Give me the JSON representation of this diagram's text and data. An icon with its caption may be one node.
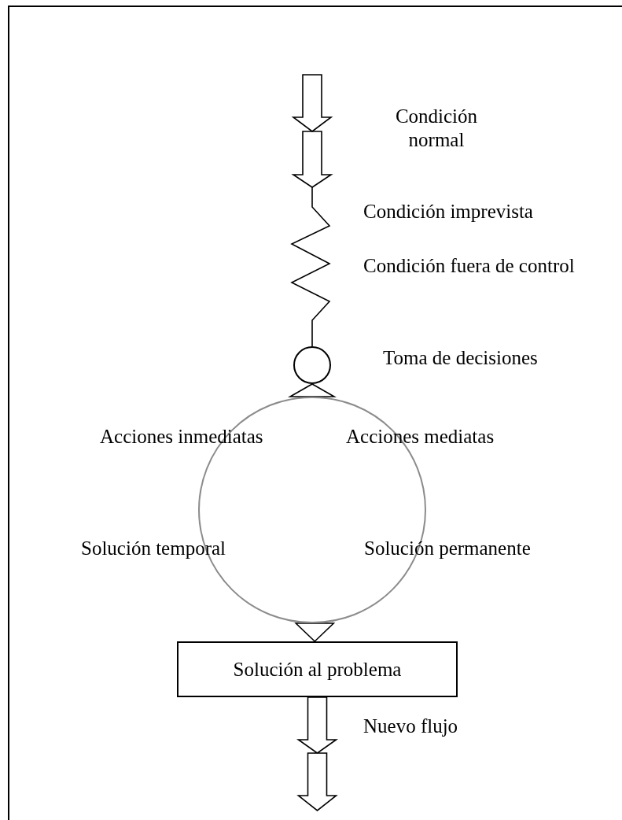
{
  "diagram": {
    "nodes": [
      {
        "text": [],
        "shape": "circle",
        "beside": [
          "Toma de decisiones"
        ]
      },
      {
        "text": [],
        "shape": "circle"
      },
      {
        "text": [
          "Solución al problema"
        ]
      }
    ],
    "edges": [
      {
        "from": null,
        "to": 0,
        "arrow": "none"
      },
      {
        "from": 1,
        "to": 0,
        "arrow": "to"
      },
      {
        "from": 1,
        "to": 2,
        "arrow": "to"
      },
      {
        "from": 2,
        "to": null,
        "arrow": "to"
      }
    ],
    "labels": [
      "Condición normal",
      "Condición imprevista",
      "Condición fuera de control",
      "Acciones inmediatas",
      "Acciones mediatas",
      "Solución temporal",
      "Solución permanente",
      "Nuevo flujo"
    ]
  }
}
